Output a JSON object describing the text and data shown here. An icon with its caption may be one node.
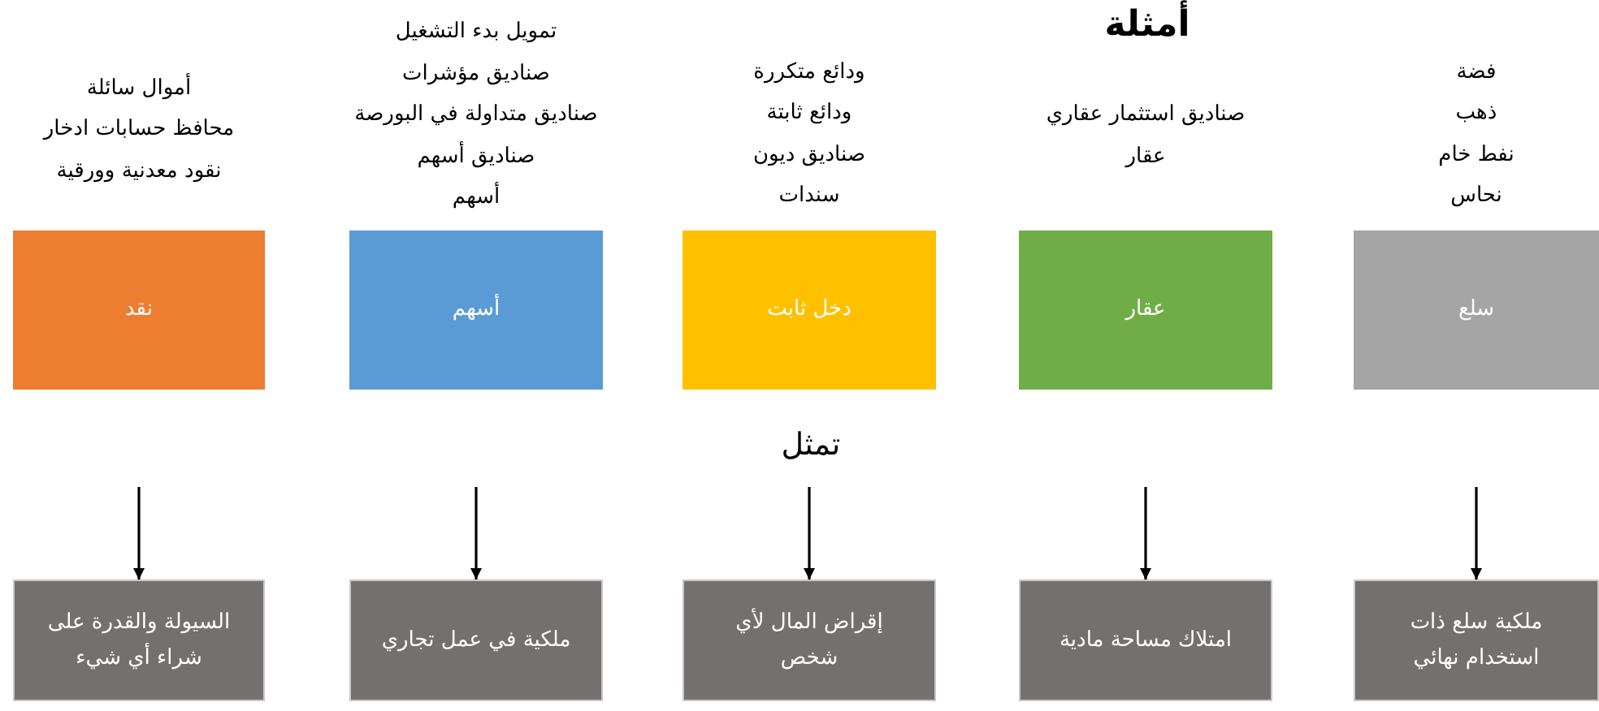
{
  "diagram": {
    "title": "أمثلة",
    "nodes": [
      {
        "text": [
          "نقد"
        ],
        "beside": [
          "أموال سائلة",
          "محافظ حسابات ادخار",
          "نقود معدنية وورقية"
        ]
      },
      {
        "text": [
          "أسهم"
        ],
        "beside": [
          "تمويل بدء التشغيل",
          "صناديق مؤشرات",
          "صناديق متداولة في البورصة",
          "صناديق أسهم",
          "أسهم"
        ]
      },
      {
        "text": [
          "دخل ثابت"
        ],
        "beside": [
          "ودائع متكررة",
          "ودائع ثابتة",
          "صناديق ديون",
          "سندات"
        ]
      },
      {
        "text": [
          "عقار"
        ],
        "beside": [
          "صناديق استثمار عقاري",
          "عقار"
        ]
      },
      {
        "text": [
          "سلع"
        ],
        "beside": [
          "فضة",
          "ذهب",
          "نفط خام",
          "نحاس"
        ]
      },
      {
        "text": [
          "السيولة والقدرة على شراء أي شيء"
        ]
      },
      {
        "text": [
          "ملكية في عمل تجاري"
        ]
      },
      {
        "text": [
          "إقراض المال لأي شخص"
        ]
      },
      {
        "text": [
          "امتلاك مساحة مادية"
        ]
      },
      {
        "text": [
          "ملكية سلع ذات استخدام نهائي"
        ]
      }
    ],
    "edges": [
      {
        "from": null,
        "to": 5,
        "arrow": "to"
      },
      {
        "from": null,
        "to": 6,
        "arrow": "to"
      },
      {
        "from": null,
        "to": 7,
        "arrow": "to"
      },
      {
        "from": null,
        "to": 8,
        "arrow": "to"
      },
      {
        "from": null,
        "to": 9,
        "arrow": "to"
      }
    ],
    "labels": [
      "تمثل"
    ]
  }
}
